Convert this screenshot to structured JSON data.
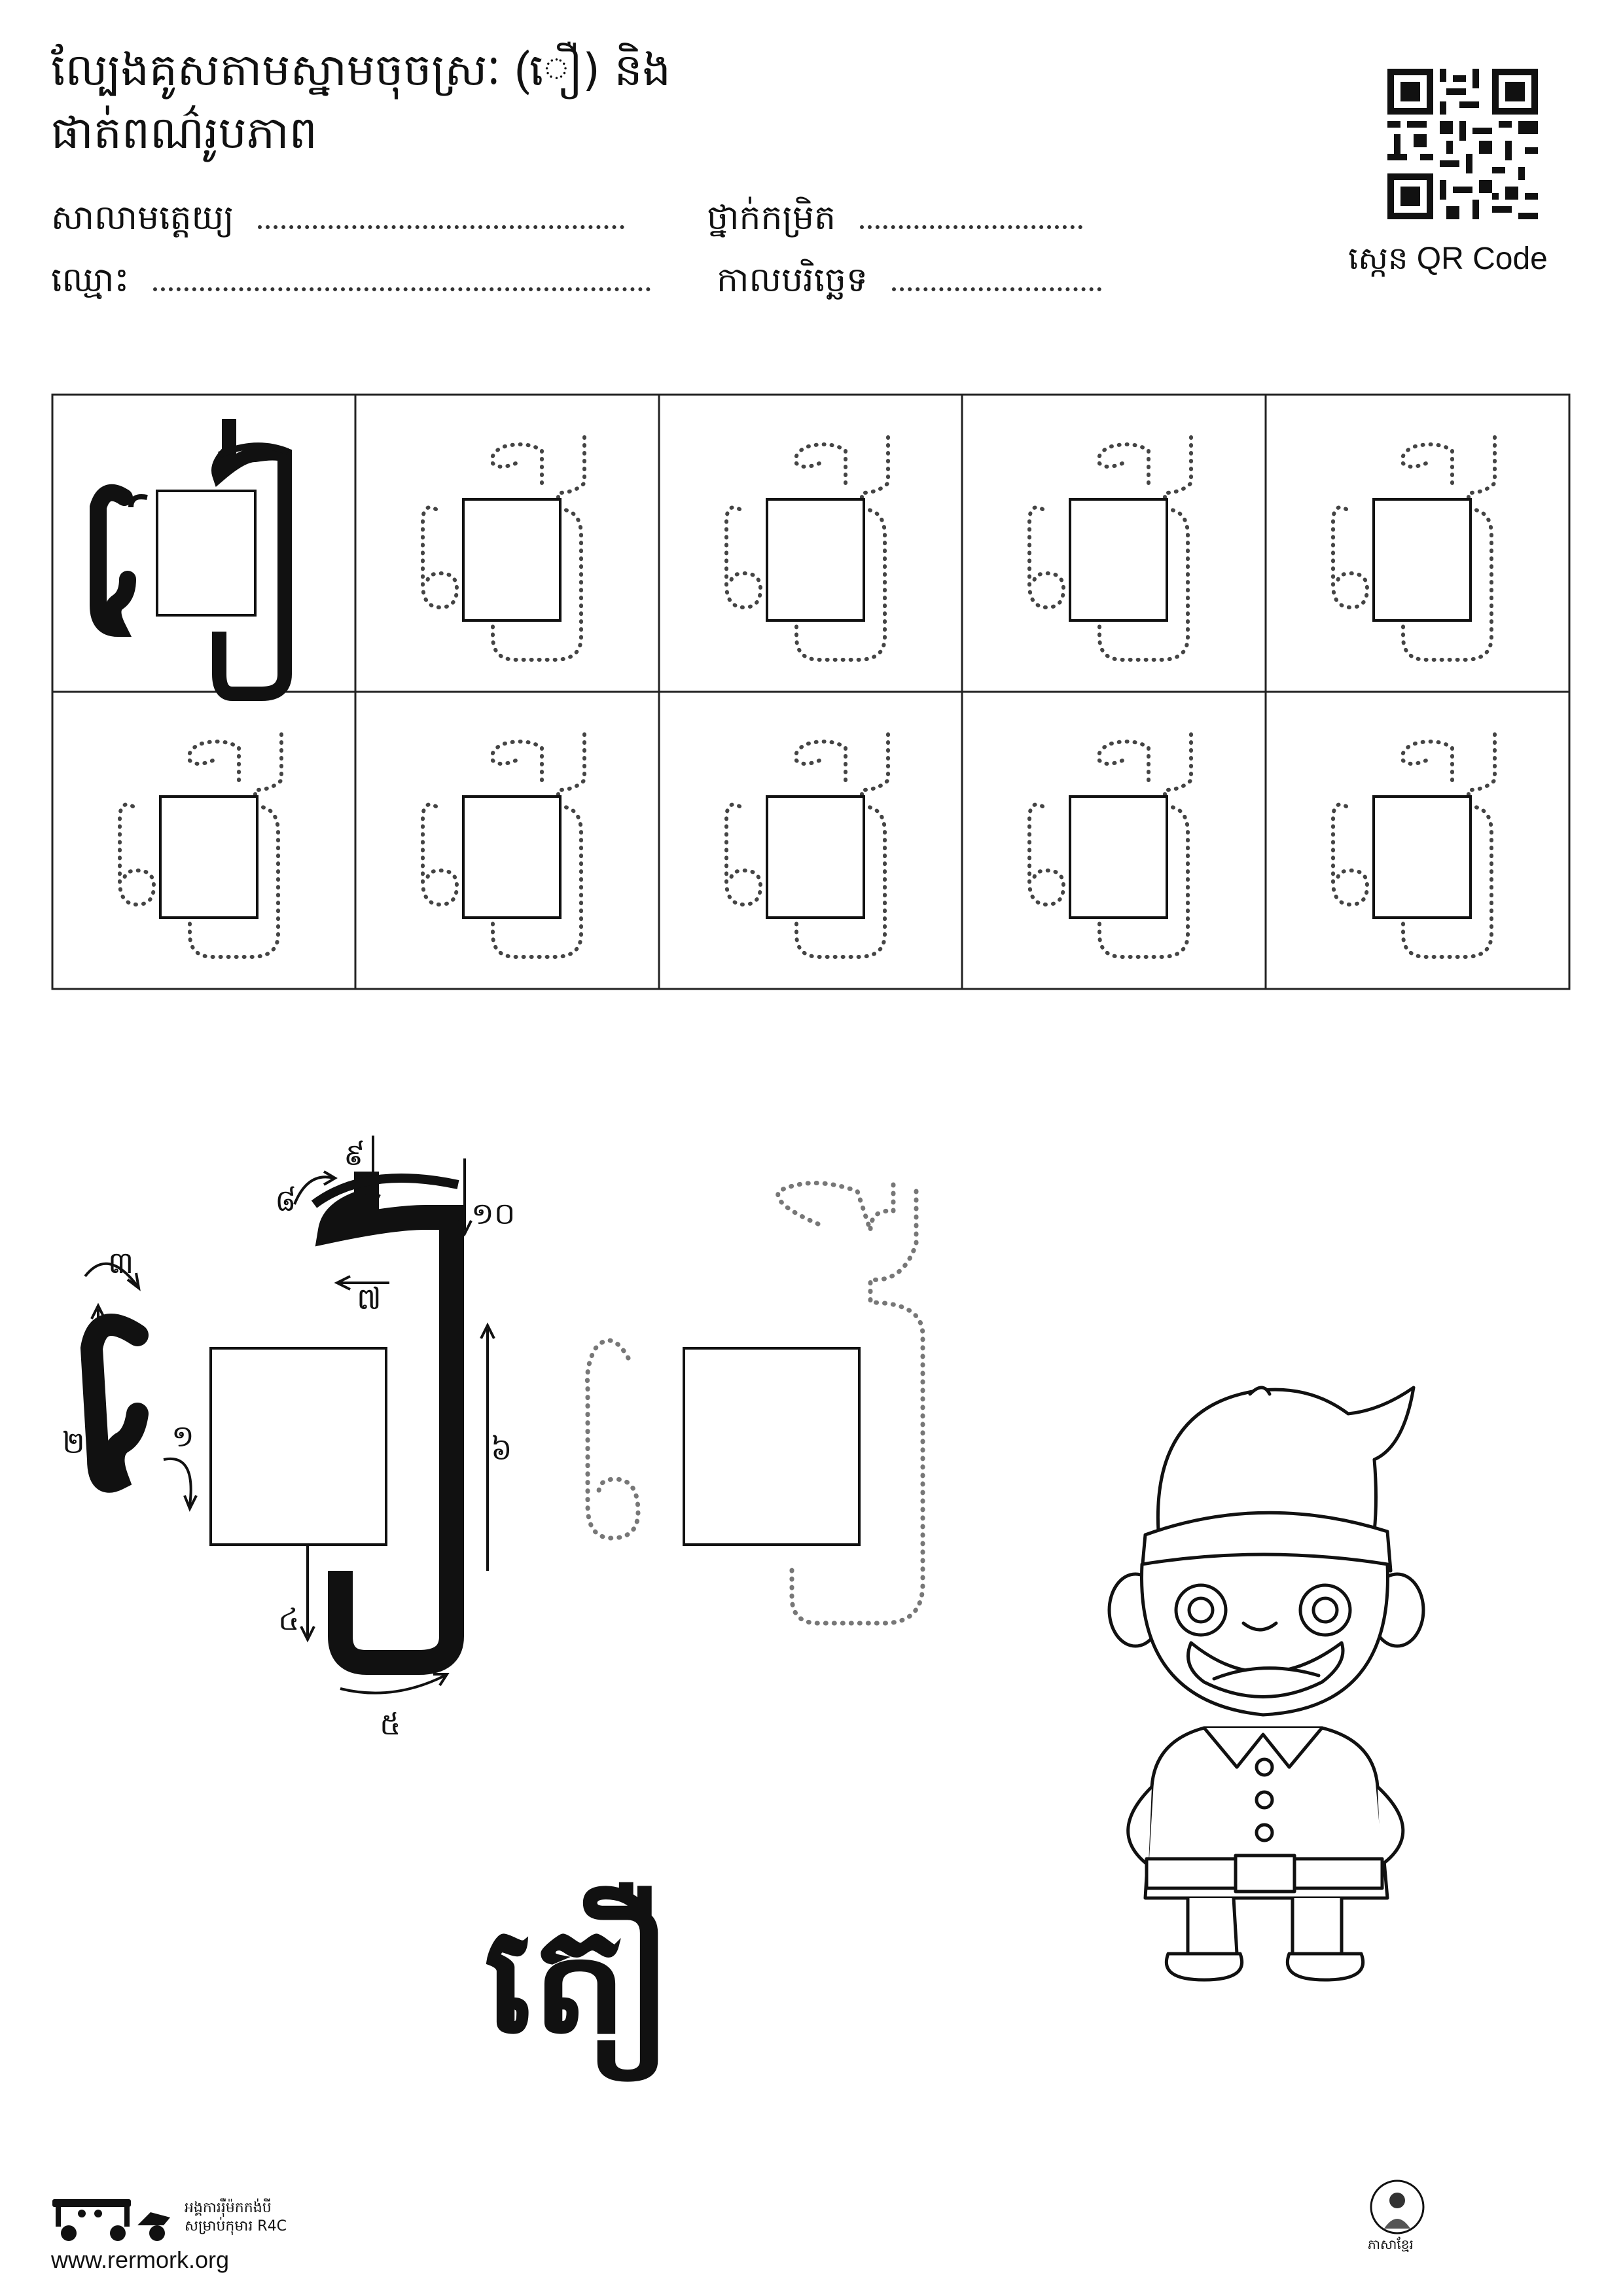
{
  "header": {
    "title_line1": "ល្បែងគូសតាមស្នាមចុចស្រៈ (ឿ) និង",
    "title_line2": "ផាត់ពណ៌រូបភាព",
    "school_label": "សាលាមត្តេយ្យ",
    "grade_label": "ថ្នាក់កម្រិត",
    "name_label": "ឈ្មោះ",
    "date_label": "កាលបរិច្ឆេទ",
    "qr_caption": "ស្កេន QR Code"
  },
  "tracing_grid": {
    "rows": 2,
    "columns": 5,
    "model_cell": "row 1, column 1 (solid glyph)",
    "other_cells": "dotted tracing glyphs"
  },
  "stroke_guide": {
    "steps": [
      "១",
      "២",
      "៣",
      "៤",
      "៥",
      "៦",
      "៧",
      "៨",
      "៩",
      "១០"
    ]
  },
  "example_word": "តឿ",
  "footer": {
    "org_line1": "អង្គការរ៉ឺម៉កកង់បី",
    "org_line2": "សម្រាប់កុមារ R4C",
    "website": "www.rermork.org",
    "logo_caption": "ភាសាខ្មែរ"
  },
  "colors": {
    "ink": "#111111",
    "dotted": "#555555",
    "paper": "#ffffff"
  }
}
